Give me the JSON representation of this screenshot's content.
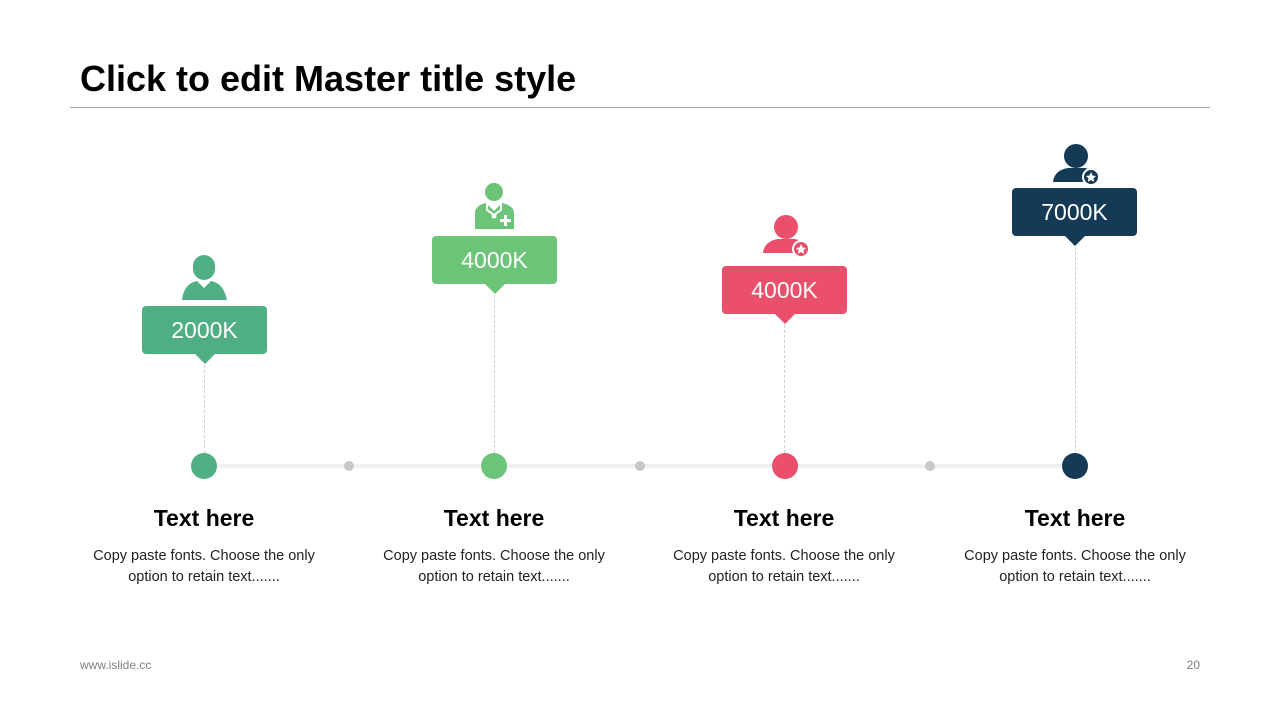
{
  "slide": {
    "title": "Click to edit Master title style",
    "footer_url": "www.islide.cc",
    "page_number": "20"
  },
  "colors": {
    "item1": "#4fae84",
    "item2": "#6cc478",
    "item3": "#ea4f6b",
    "item4": "#153a56",
    "baseline": "#f0f0f0",
    "connector_dot": "#c8c8c8"
  },
  "items": [
    {
      "value": "2000K",
      "heading": "Text here",
      "desc_line1": "Copy paste fonts. Choose the only",
      "desc_line2": "option to retain text.......",
      "icon": "person-icon"
    },
    {
      "value": "4000K",
      "heading": "Text here",
      "desc_line1": "Copy paste fonts. Choose the only",
      "desc_line2": "option to retain text.......",
      "icon": "doctor-icon"
    },
    {
      "value": "4000K",
      "heading": "Text here",
      "desc_line1": "Copy paste fonts. Choose the only",
      "desc_line2": "option to retain text.......",
      "icon": "person-star-icon"
    },
    {
      "value": "7000K",
      "heading": "Text here",
      "desc_line1": "Copy paste fonts. Choose the only",
      "desc_line2": "option to retain text.......",
      "icon": "person-star-icon"
    }
  ]
}
